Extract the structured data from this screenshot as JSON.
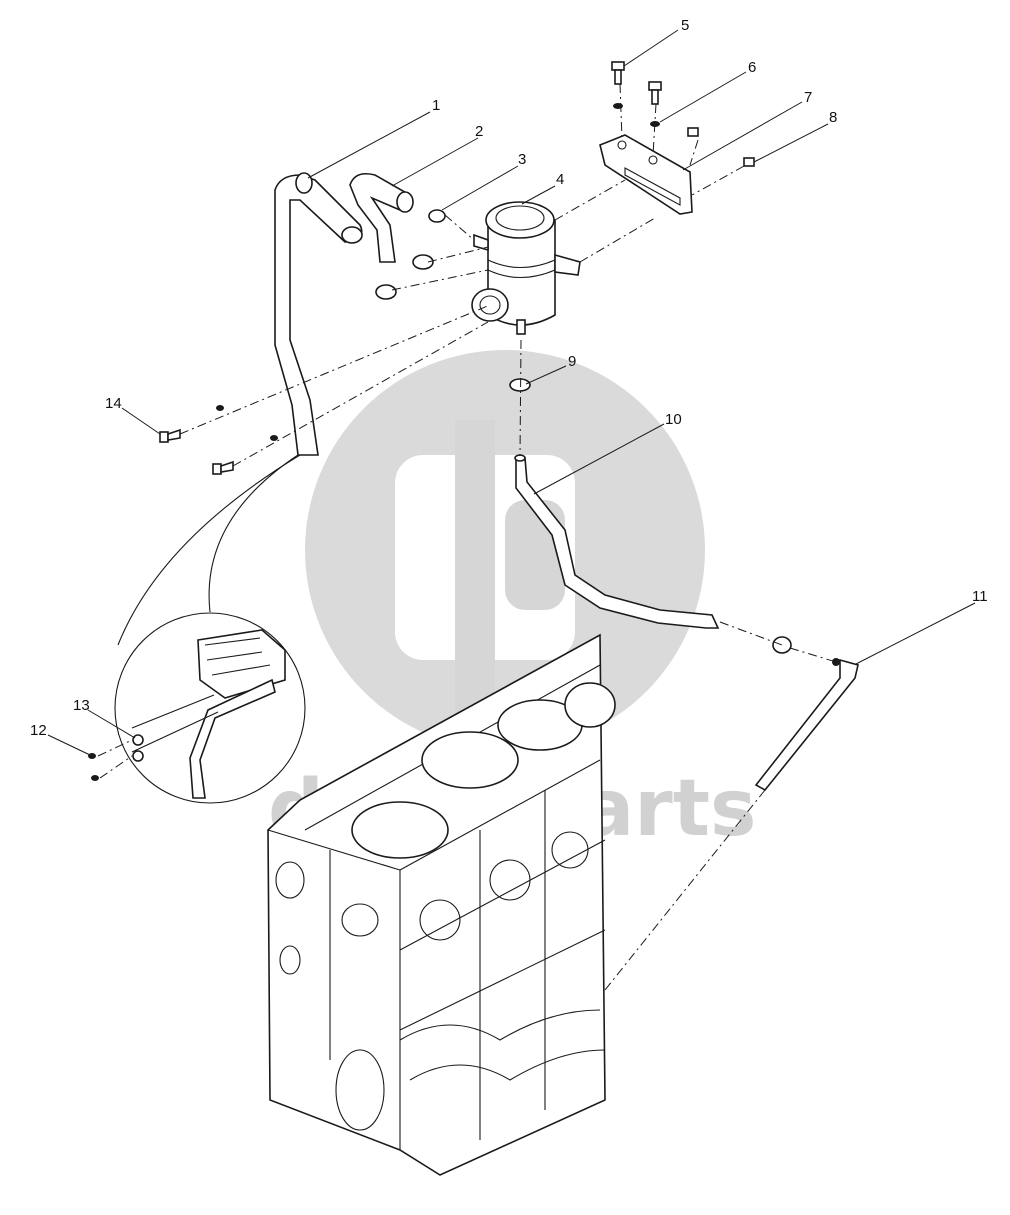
{
  "watermark": {
    "text": "delta-parts",
    "color": "#c9c9c9"
  },
  "callouts": [
    "1",
    "2",
    "3",
    "4",
    "5",
    "6",
    "7",
    "8",
    "9",
    "10",
    "11",
    "12",
    "13",
    "14"
  ],
  "colors": {
    "line": "#1a1a1a",
    "background": "#ffffff"
  }
}
